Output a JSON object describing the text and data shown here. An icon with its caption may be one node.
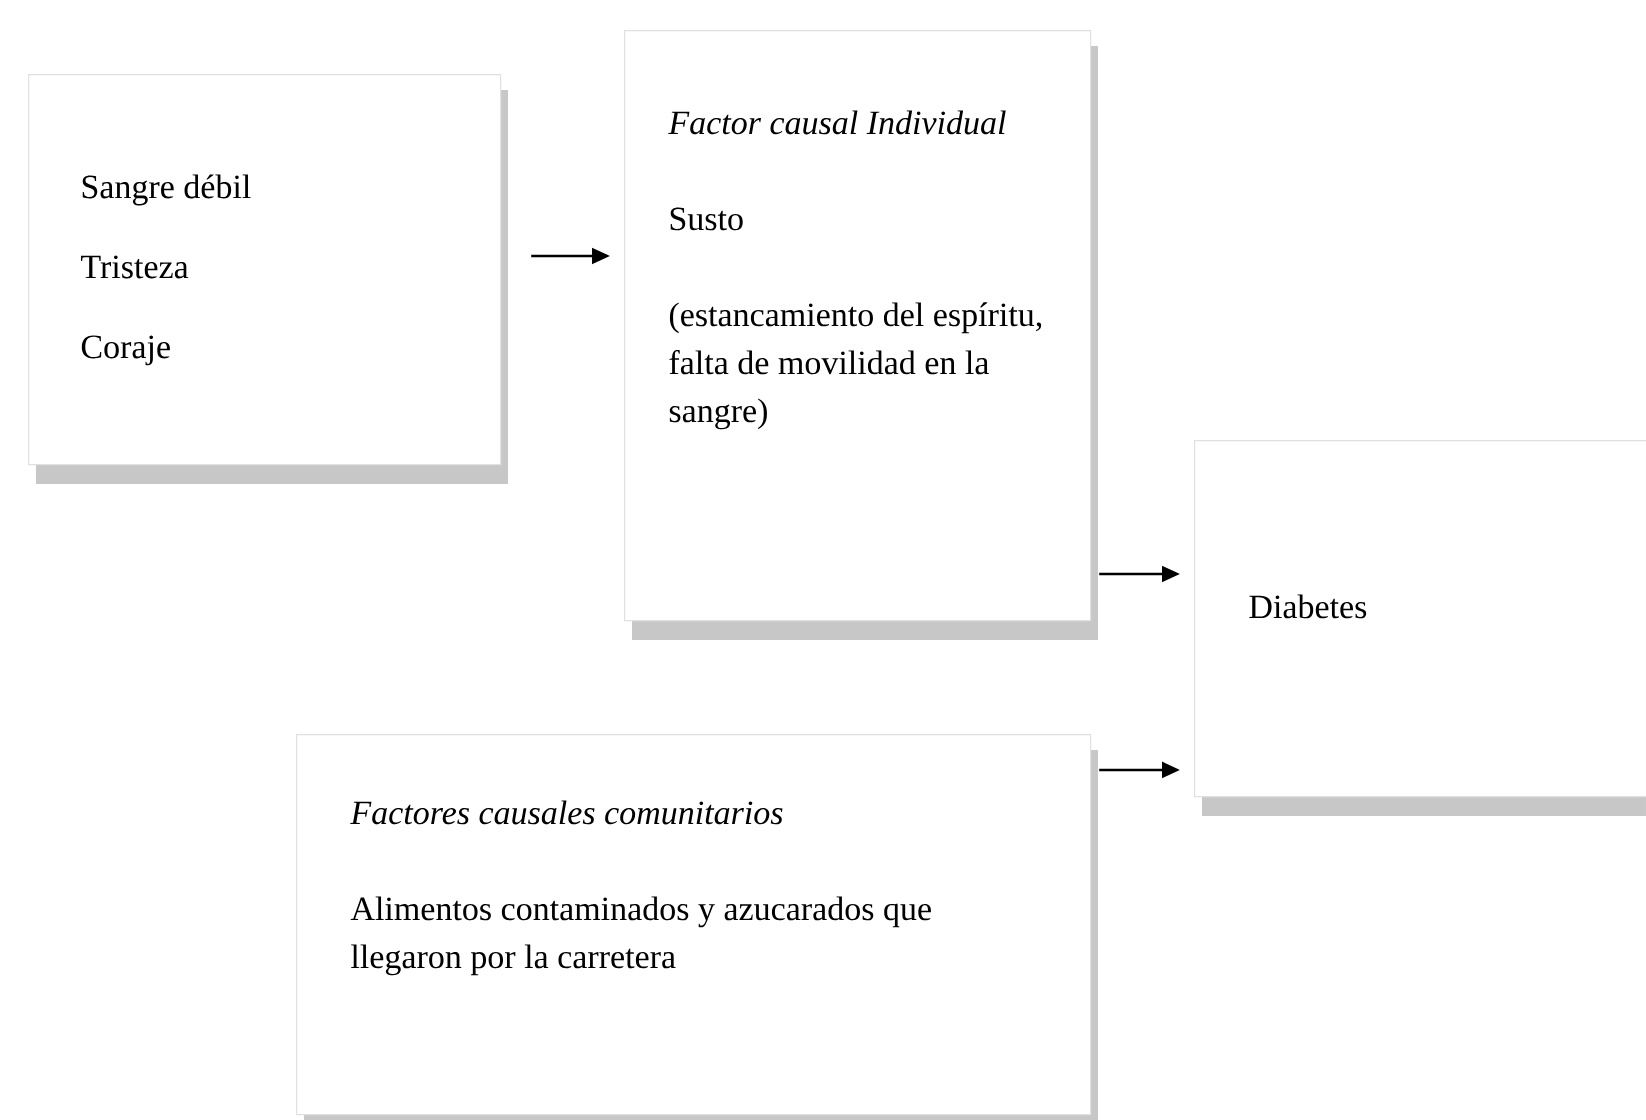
{
  "diagram": {
    "nodes": [
      {
        "text": [
          "Sangre débil",
          "Tristeza",
          "Coraje"
        ]
      },
      {
        "text": [
          "Factor causal Individual",
          "Susto",
          "(estancamiento del espíritu, falta de movilidad en la sangre)"
        ]
      },
      {
        "text": [
          "Diabetes"
        ]
      },
      {
        "text": [
          "Factores causales comunitarios",
          "Alimentos contaminados y azucarados que llegaron por la carretera"
        ]
      }
    ],
    "edges": [
      {
        "from": 0,
        "to": 1,
        "arrow": "to"
      },
      {
        "from": 1,
        "to": 2,
        "arrow": "to"
      },
      {
        "from": 3,
        "to": 2,
        "arrow": "to"
      }
    ]
  }
}
